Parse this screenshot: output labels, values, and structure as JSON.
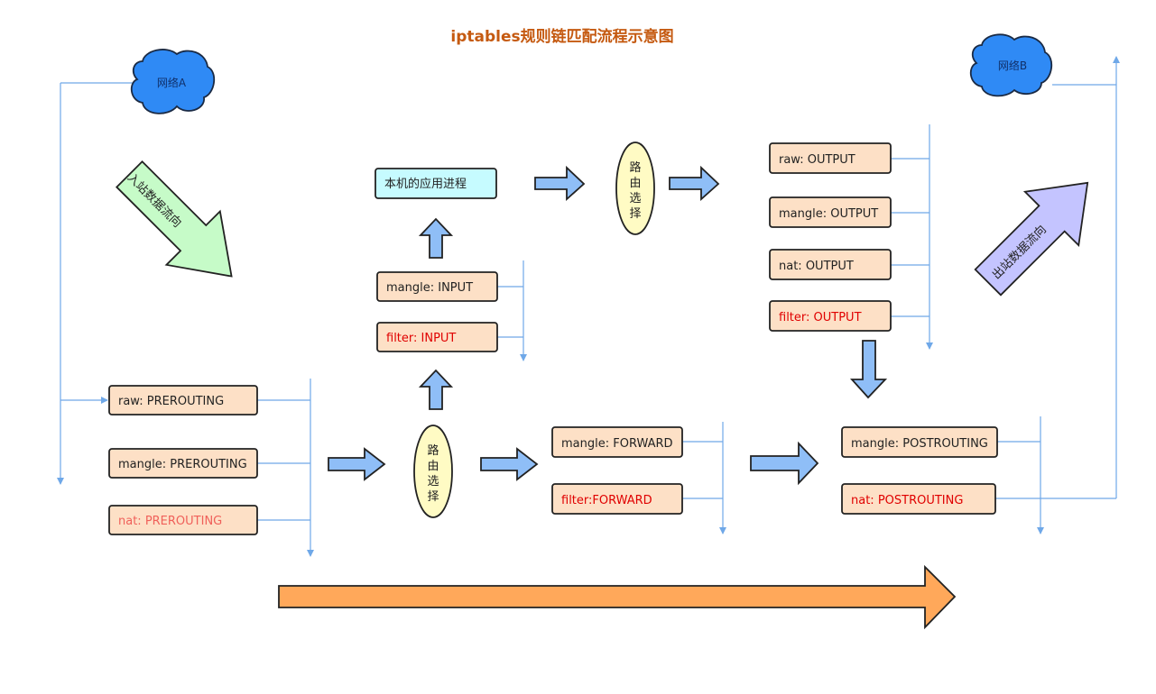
{
  "title": "iptables规则链匹配流程示意图",
  "clouds": {
    "network_a": "网络A",
    "network_b": "网络B"
  },
  "diagonal_labels": {
    "inbound": "入站数据流向",
    "outbound": "出站数据流向"
  },
  "process_box": "本机的应用进程",
  "route_label_chars": [
    "路",
    "由",
    "选",
    "择"
  ],
  "prerouting_chains": [
    {
      "label": "raw: PREROUTING",
      "style": "normal"
    },
    {
      "label": "mangle: PREROUTING",
      "style": "normal"
    },
    {
      "label": "nat: PREROUTING",
      "style": "lightred"
    }
  ],
  "input_chains": [
    {
      "label": "mangle: INPUT",
      "style": "normal"
    },
    {
      "label": "filter: INPUT",
      "style": "red"
    }
  ],
  "output_chains": [
    {
      "label": "raw: OUTPUT",
      "style": "normal"
    },
    {
      "label": "mangle: OUTPUT",
      "style": "normal"
    },
    {
      "label": "nat: OUTPUT",
      "style": "normal"
    },
    {
      "label": "filter: OUTPUT",
      "style": "red"
    }
  ],
  "forward_chains": [
    {
      "label": "mangle: FORWARD",
      "style": "normal"
    },
    {
      "label": "filter:FORWARD",
      "style": "red"
    }
  ],
  "postrouting_chains": [
    {
      "label": "mangle: POSTROUTING",
      "style": "normal"
    },
    {
      "label": "nat: POSTROUTING",
      "style": "red"
    }
  ],
  "colors": {
    "title": "#c55a11",
    "chain_fill": "#fde0c6",
    "process_fill": "#c6fbff",
    "route_fill": "#fffbc4",
    "block_arrow": "#8fbef7",
    "inbound_arrow": "#c6fbc8",
    "outbound_arrow": "#c4c4ff",
    "big_arrow": "#ffa85a",
    "cloud": "#2f8af5",
    "flow_line": "#6fa8e8",
    "red_text": "#e00000"
  }
}
